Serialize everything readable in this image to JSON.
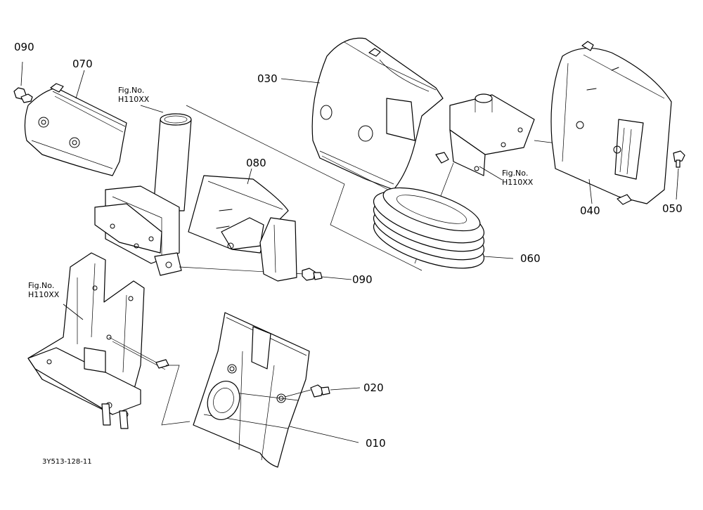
{
  "diagram": {
    "parts": {
      "p090a": "090",
      "p070": "070",
      "p030": "030",
      "p080": "080",
      "p040": "040",
      "p050": "050",
      "p060": "060",
      "p090b": "090",
      "p020": "020",
      "p010": "010"
    },
    "fig_refs": {
      "top_left": {
        "line1": "Fig.No.",
        "line2": "H110XX"
      },
      "right": {
        "line1": "Fig.No.",
        "line2": "H110XX"
      },
      "left": {
        "line1": "Fig.No.",
        "line2": "H110XX"
      }
    },
    "drawing_code": "3Y513-128-11"
  }
}
